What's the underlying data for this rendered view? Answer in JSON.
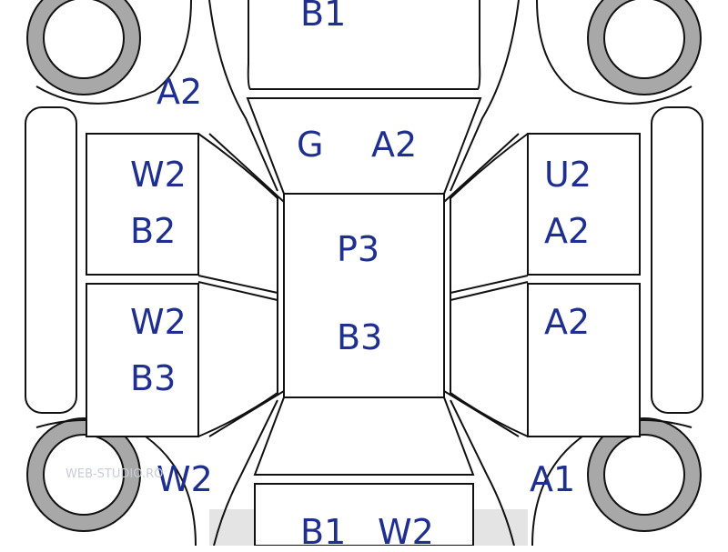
{
  "diagram": {
    "colors": {
      "line": "#111111",
      "label": "#1f2f8f",
      "wheel": "#a8a8a8",
      "bumper_shade": "#dcdcdc",
      "watermark": "#c9ccd6"
    },
    "watermark": "WEB-STUDIO.RO",
    "labels": {
      "hood": "B1",
      "front_left_corner": "A2",
      "windshield_g": "G",
      "windshield_a2": "A2",
      "front_left_door_1": "W2",
      "front_left_door_2": "B2",
      "rear_left_door_1": "W2",
      "rear_left_door_2": "B3",
      "roof_1": "P3",
      "roof_2": "B3",
      "front_right_door_1": "U2",
      "front_right_door_2": "A2",
      "rear_right_door": "A2",
      "rear_left_corner": "W2",
      "rear_right_corner": "A1",
      "trunk_1": "B1",
      "trunk_2": "W2"
    }
  }
}
